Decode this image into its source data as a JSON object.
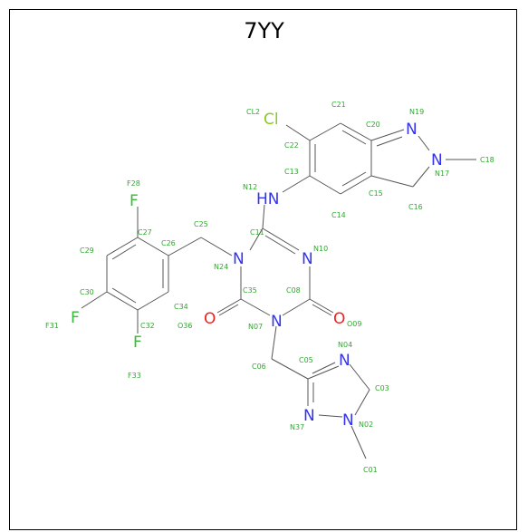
{
  "title": "7YY",
  "colors": {
    "carbon_bond": "#555555",
    "nitrogen": "#3333ee",
    "oxygen": "#ee2222",
    "fluorine": "#33bb33",
    "chlorine": "#88cc22",
    "atom_label": "#2fa82f"
  },
  "atoms": [
    {
      "id": "cl",
      "symbol": "Cl",
      "label": "CL2",
      "element": "chlorine"
    },
    {
      "id": "f28",
      "symbol": "F",
      "label": "F28",
      "element": "fluorine"
    },
    {
      "id": "f31",
      "symbol": "F",
      "label": "F31",
      "element": "fluorine"
    },
    {
      "id": "f33",
      "symbol": "F",
      "label": "F33",
      "element": "fluorine"
    },
    {
      "id": "n12",
      "symbol": "HN",
      "label": "N12",
      "element": "nitrogen"
    },
    {
      "id": "n19",
      "symbol": "N",
      "label": "N19",
      "element": "nitrogen"
    },
    {
      "id": "n17",
      "symbol": "N",
      "label": "N17",
      "element": "nitrogen"
    },
    {
      "id": "n24",
      "symbol": "N",
      "label": "N24",
      "element": "nitrogen"
    },
    {
      "id": "n10",
      "symbol": "N",
      "label": "N10",
      "element": "nitrogen"
    },
    {
      "id": "n07",
      "symbol": "N",
      "label": "N07",
      "element": "nitrogen"
    },
    {
      "id": "n04",
      "symbol": "N",
      "label": "N04",
      "element": "nitrogen"
    },
    {
      "id": "n37",
      "symbol": "N",
      "label": "N37",
      "element": "nitrogen"
    },
    {
      "id": "n02",
      "symbol": "N",
      "label": "N02",
      "element": "nitrogen"
    },
    {
      "id": "o36",
      "symbol": "O",
      "label": "O36",
      "element": "oxygen"
    },
    {
      "id": "o09",
      "symbol": "O",
      "label": "O09",
      "element": "oxygen"
    }
  ],
  "carbon_labels": [
    "C21",
    "C20",
    "C22",
    "C13",
    "C15",
    "C16",
    "C18",
    "C14",
    "C11",
    "C25",
    "C27",
    "C26",
    "C29",
    "C30",
    "C32",
    "C34",
    "C35",
    "C08",
    "C05",
    "C03",
    "C06",
    "C01"
  ]
}
